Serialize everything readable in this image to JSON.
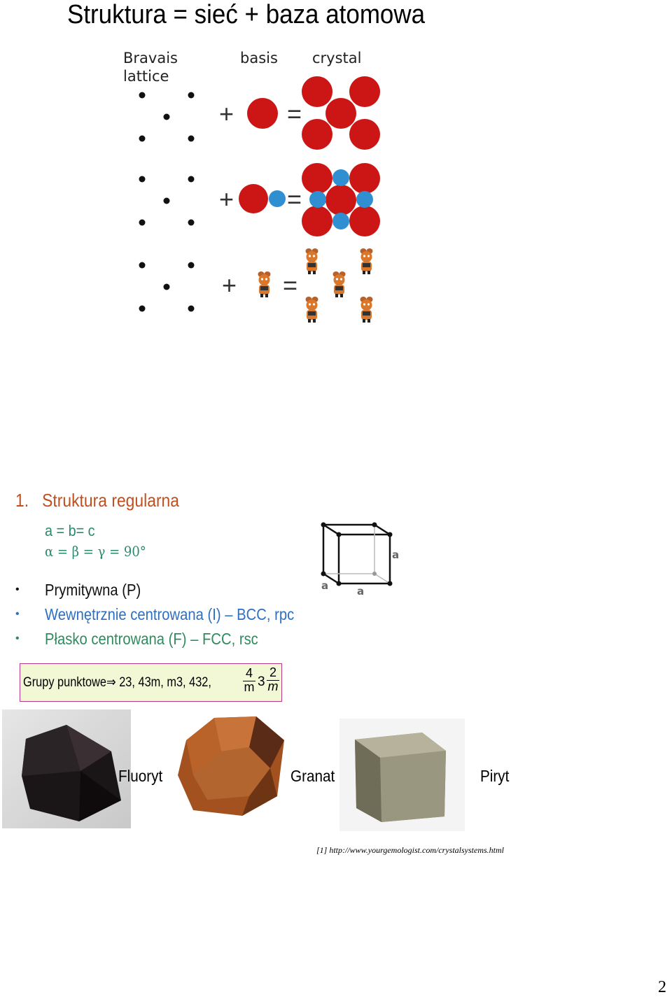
{
  "title": "Struktura = sieć + baza atomowa",
  "diagram": {
    "labels": {
      "bravais_line1": "Bravais",
      "bravais_line2": "lattice",
      "basis": "basis",
      "crystal": "crystal"
    },
    "operators": {
      "plus": "+",
      "equals": "="
    },
    "colors": {
      "red_atom": "#cc1616",
      "blue_atom": "#2f8fd0",
      "lattice_dot": "#111111",
      "mouse": "#d9772c"
    }
  },
  "section": {
    "number": "1.",
    "heading": "Struktura regularna",
    "eq1": "a = b= c",
    "eq2": "α = β = γ = 90°",
    "bullets": [
      {
        "text": "Prymitywna (P)",
        "color": "#111111"
      },
      {
        "text": "Wewnętrznie centrowana (I) – BCC, rpc",
        "color": "#2f6fbf"
      },
      {
        "text": "Płasko centrowana (F) – FCC, rsc",
        "color": "#2f8a5e"
      }
    ],
    "cube_labels": {
      "a_right": "a",
      "a_left": "a",
      "a_bottom": "a"
    }
  },
  "point_groups": {
    "label": "Grupy punktowe",
    "arrow": "⇒",
    "list": "23,  43m,  m3,  432,",
    "frac1_num": "4",
    "frac1_den": "m",
    "middle": "3",
    "frac2_num": "2",
    "frac2_den": "m"
  },
  "photos": [
    {
      "label": "Fluoryt"
    },
    {
      "label": "Granat"
    },
    {
      "label": "Piryt"
    }
  ],
  "reference": "[1] http://www.yourgemologist.com/crystalsystems.html",
  "page_number": "2"
}
